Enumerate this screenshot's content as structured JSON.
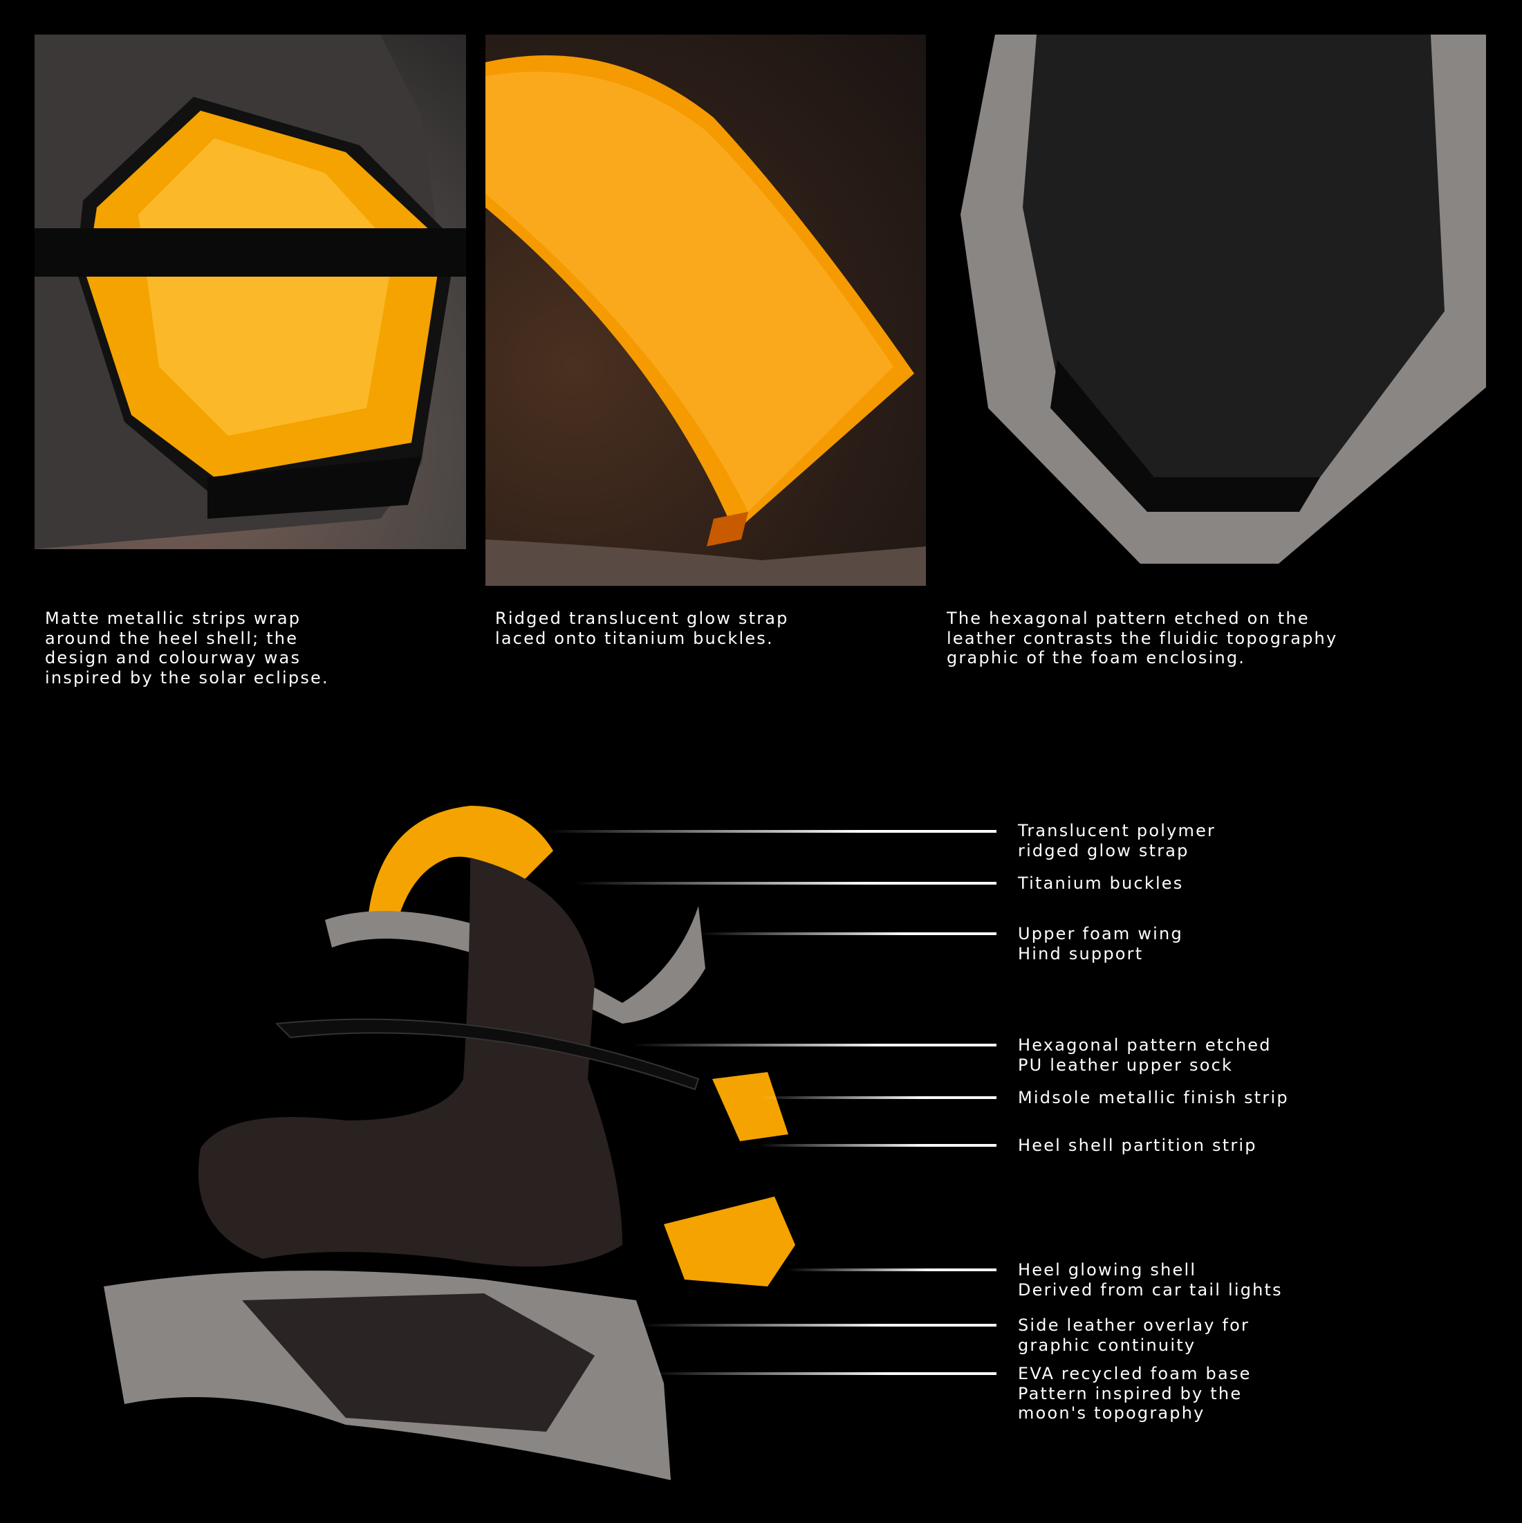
{
  "panels": [
    {
      "caption": "Matte metallic strips wrap\naround the heel shell; the\ndesign and colourway was\ninspired by the solar eclipse."
    },
    {
      "caption": "Ridged translucent glow strap\nlaced onto titanium buckles."
    },
    {
      "caption": "The hexagonal pattern etched on the\nleather contrasts the fluidic topography\ngraphic of the foam enclosing."
    }
  ],
  "exploded_view": {
    "labels": [
      "Translucent polymer\nridged glow strap",
      "Titanium buckles",
      "Upper foam wing\nHind support",
      "Hexagonal pattern etched\nPU leather upper sock",
      "Midsole metallic finish strip",
      "Heel shell partition strip",
      "Heel glowing shell\nDerived from car tail lights",
      "Side leather overlay for\ngraphic continuity",
      "EVA recycled foam base\nPattern inspired by the\nmoon's topography"
    ]
  },
  "colors": {
    "background": "#000000",
    "glow": "#f5a300",
    "foam": "#8a8684",
    "leather": "#2a2220"
  }
}
